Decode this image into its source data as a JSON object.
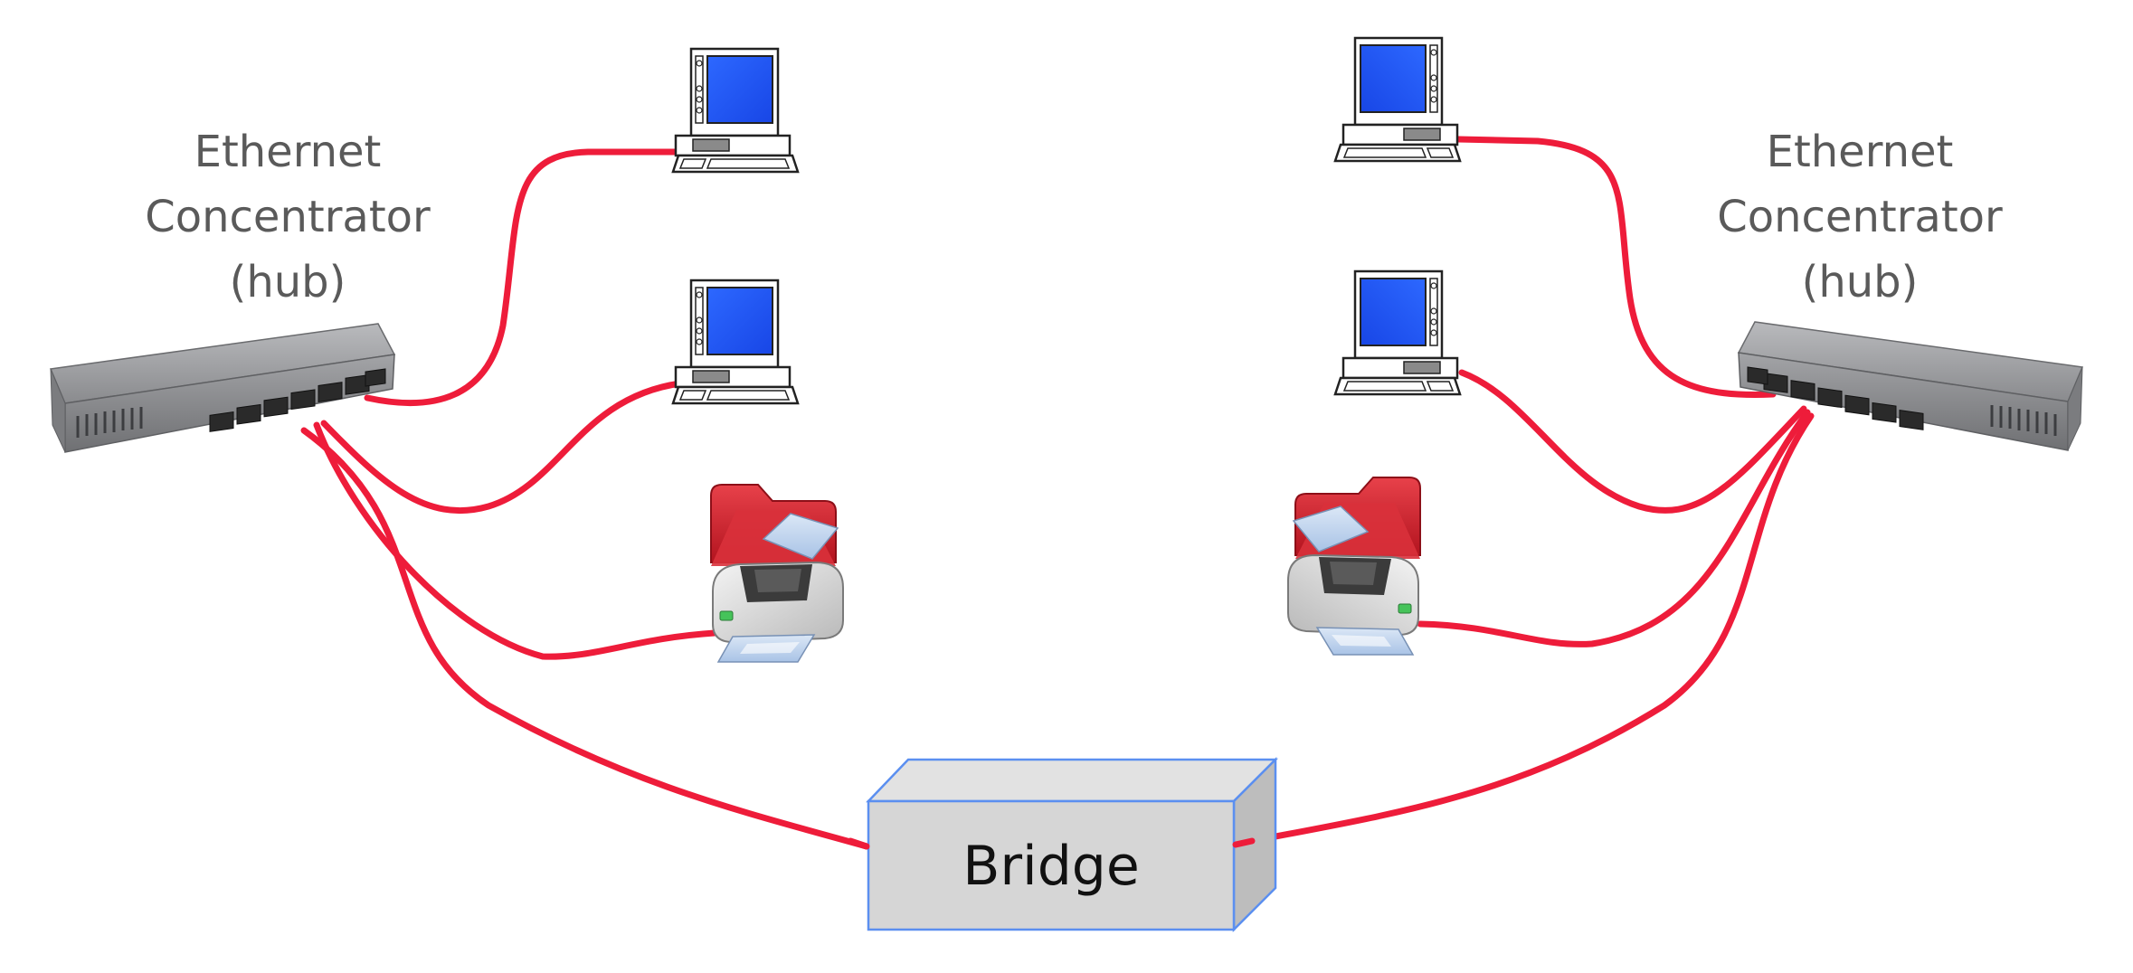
{
  "labels": {
    "hub_left": [
      "Ethernet",
      "Concentrator",
      "(hub)"
    ],
    "hub_right": [
      "Ethernet",
      "Concentrator",
      "(hub)"
    ],
    "bridge": "Bridge"
  },
  "colors": {
    "cable": "#ee1c3a",
    "bridge_fill": "#d6d6d6",
    "bridge_edge": "#5b8ff0",
    "screen": "#1f5bff",
    "hub_body": "#8e8f91",
    "printer_folder": "#d8232e",
    "label_text": "#5a5a5a"
  },
  "icons": {
    "hub": "ethernet-hub-icon",
    "computer": "desktop-computer-icon",
    "printer": "printer-icon",
    "bridge": "bridge-box"
  }
}
